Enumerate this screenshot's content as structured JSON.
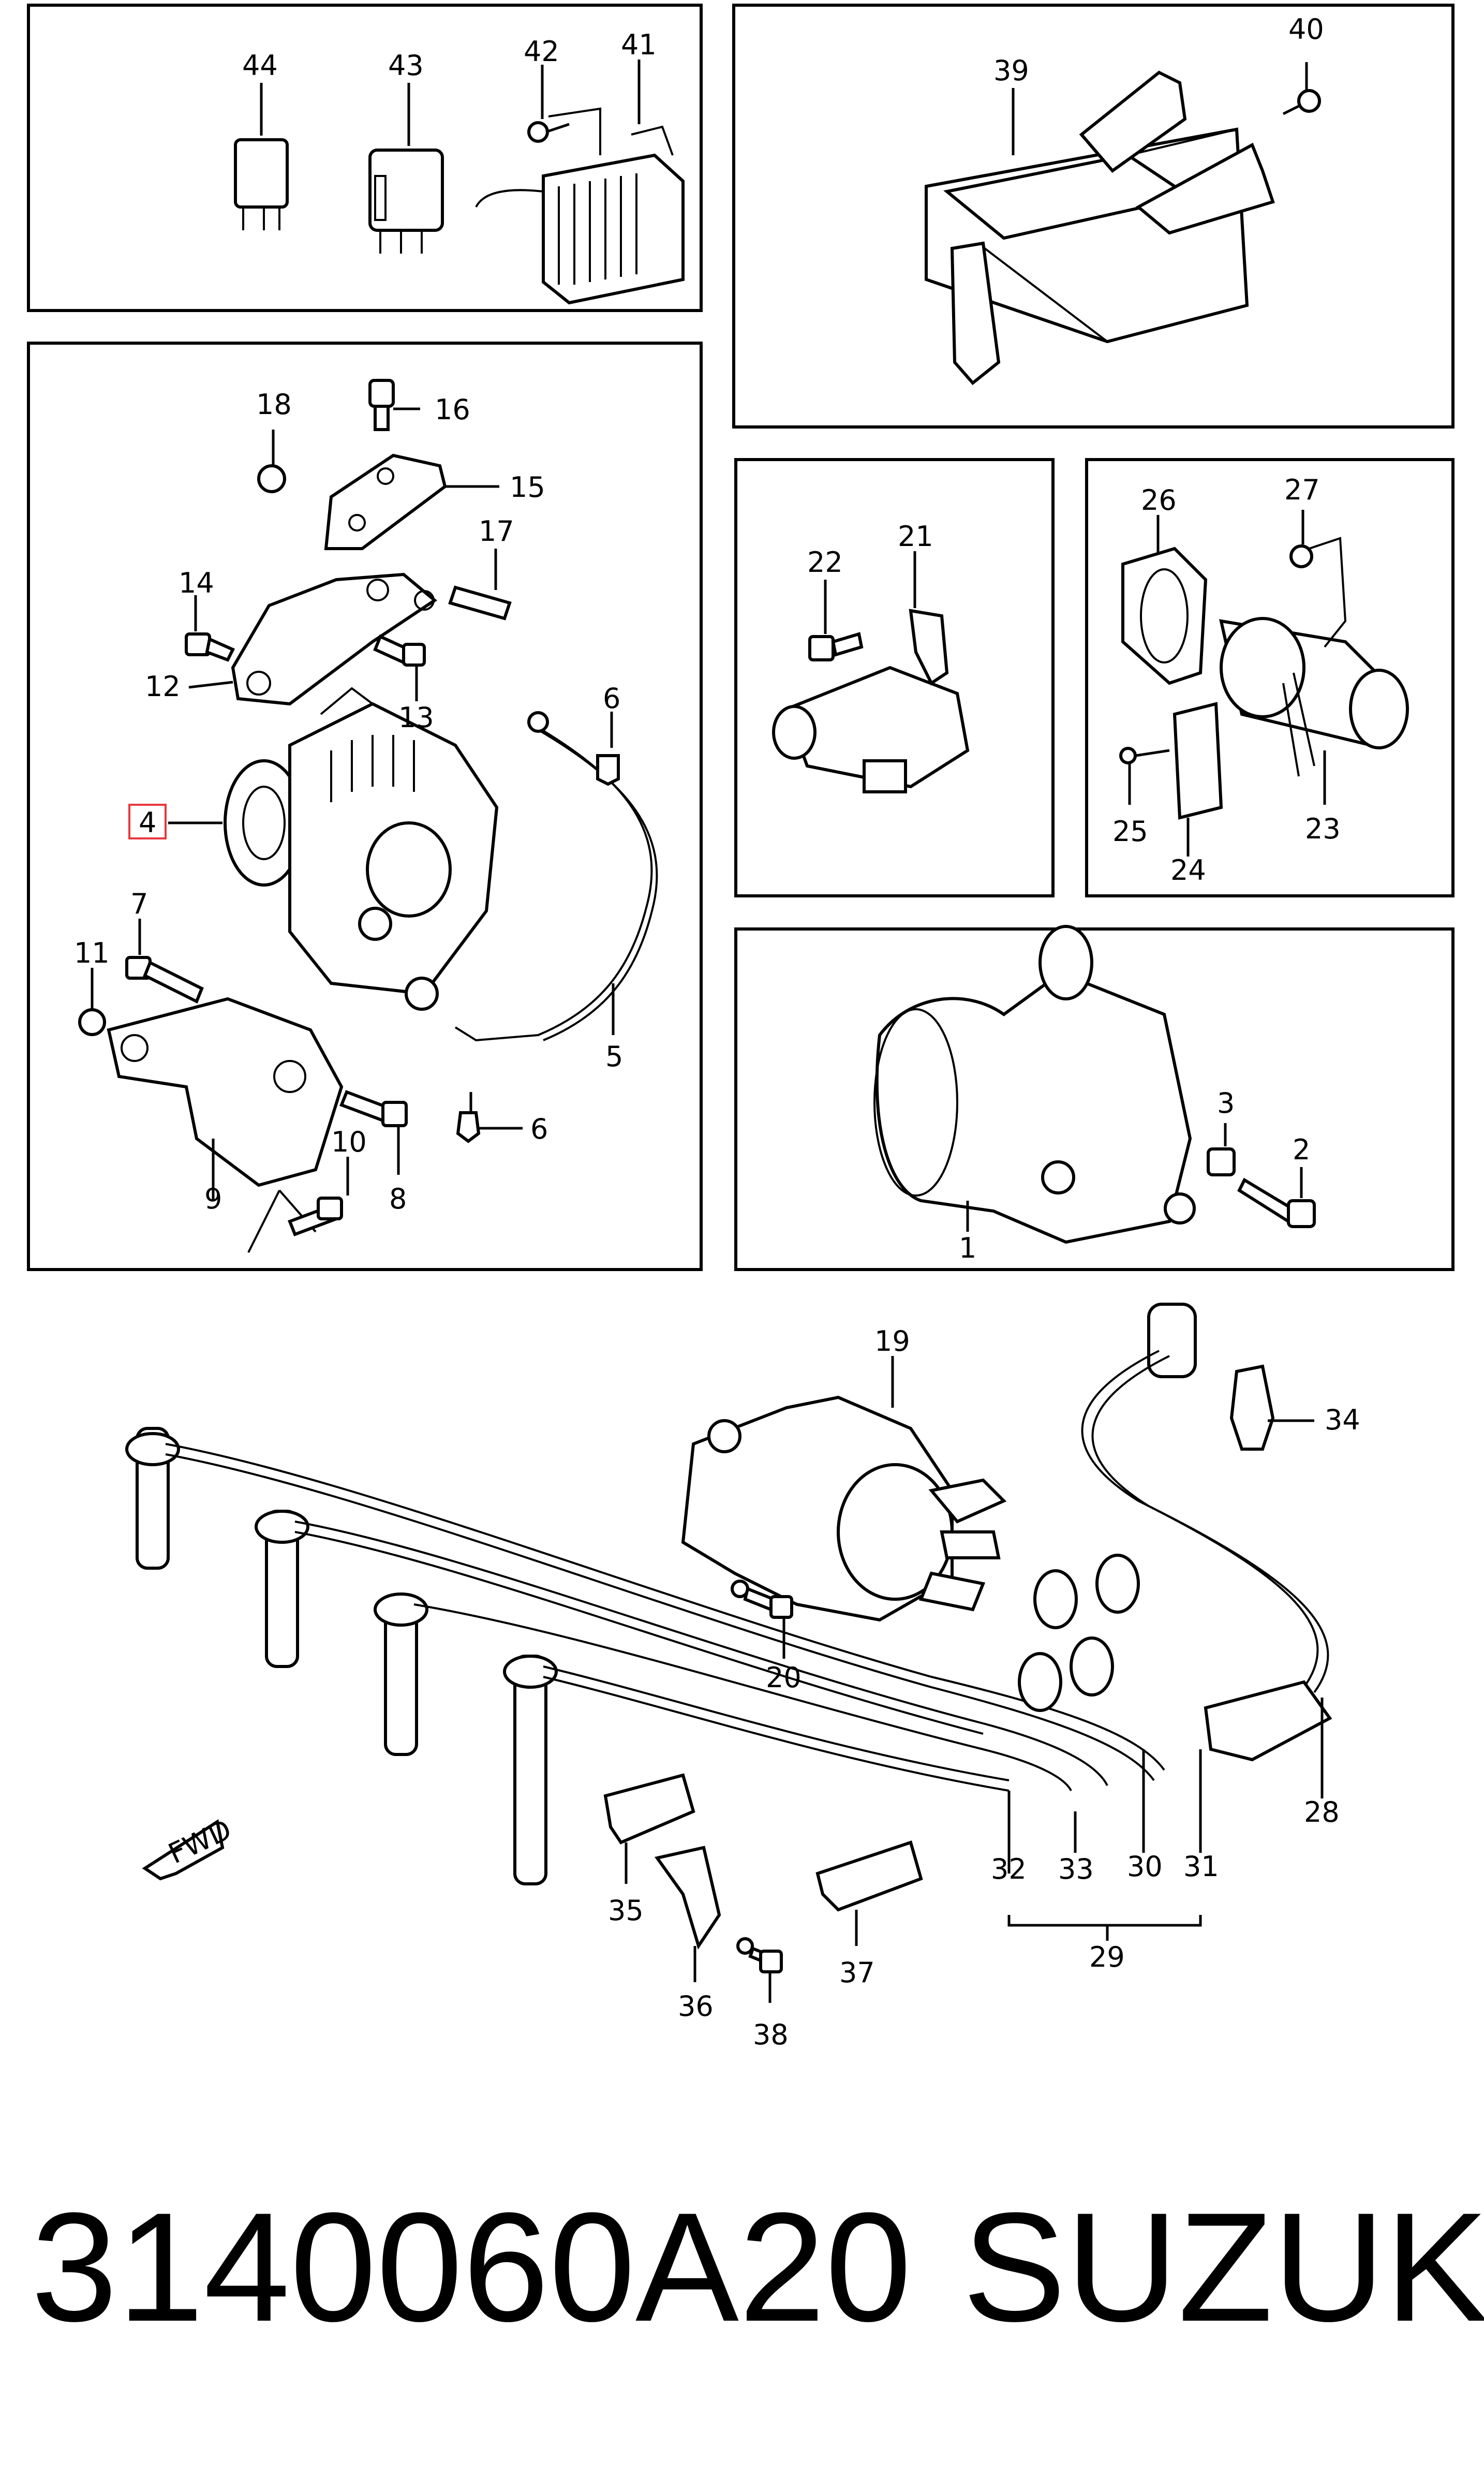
{
  "diagram": {
    "callouts": {
      "c1": "1",
      "c2": "2",
      "c3": "3",
      "c4": "4",
      "c5": "5",
      "c6a": "6",
      "c6b": "6",
      "c7": "7",
      "c8": "8",
      "c9": "9",
      "c10": "10",
      "c11": "11",
      "c12": "12",
      "c13": "13",
      "c14": "14",
      "c15": "15",
      "c16": "16",
      "c17": "17",
      "c18": "18",
      "c19": "19",
      "c20": "20",
      "c21": "21",
      "c22": "22",
      "c23": "23",
      "c24": "24",
      "c25": "25",
      "c26": "26",
      "c27": "27",
      "c28": "28",
      "c29": "29",
      "c30": "30",
      "c31": "31",
      "c32": "32",
      "c33": "33",
      "c34": "34",
      "c35": "35",
      "c36": "36",
      "c37": "37",
      "c38": "38",
      "c39": "39",
      "c40": "40",
      "c41": "41",
      "c42": "42",
      "c43": "43",
      "c44": "44"
    },
    "fwd_label": "FWD",
    "highlight_color": "#e8383d"
  },
  "footer": {
    "part_number": "3140060A20",
    "brand": "SUZUKI"
  }
}
